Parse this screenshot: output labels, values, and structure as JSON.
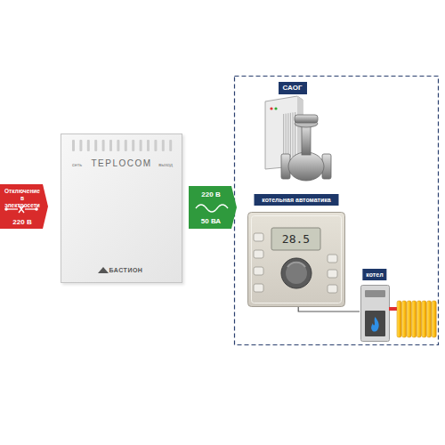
{
  "diagram": {
    "nodes": [
      {
        "text": [
          "Отключение в электросети",
          "220 В"
        ]
      },
      {
        "text": [
          "сеть",
          "TEPLOCOM",
          "выход",
          "БАСТИОН"
        ]
      },
      {
        "text": [
          "220 В",
          "50 ВА"
        ]
      },
      {
        "text": [
          "САОГ"
        ]
      },
      {
        "text": [
          "котельная автоматика",
          "28.5"
        ]
      },
      {
        "text": [
          "котел"
        ]
      }
    ],
    "edges": [
      {
        "from": 4,
        "to": 5,
        "arrow": "none"
      }
    ]
  }
}
